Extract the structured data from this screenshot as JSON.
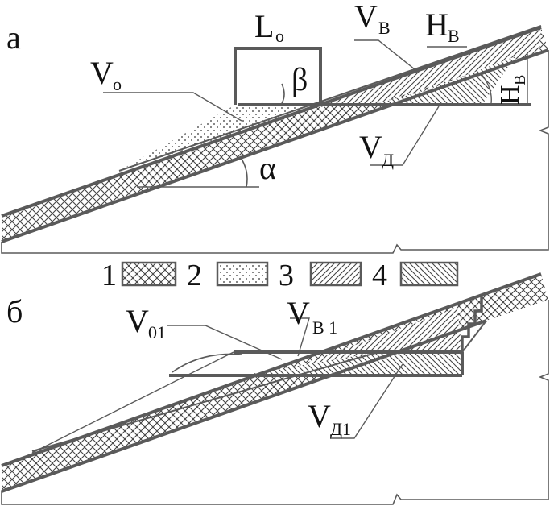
{
  "panel_a": {
    "letter": "а",
    "l0_main": "L",
    "l0_sub": "о",
    "vv_main": "V",
    "vv_sub": "В",
    "hv_main": "H",
    "hv_sub": "В",
    "hv_side_main": "H",
    "hv_side_sub": "В",
    "v0_main": "V",
    "v0_sub": "о",
    "beta": "β",
    "alpha": "α",
    "vd_main": "V",
    "vd_sub": "Д"
  },
  "legend": {
    "items": [
      {
        "number": "1",
        "pattern": "crosshatch"
      },
      {
        "number": "2",
        "pattern": "dots"
      },
      {
        "number": "3",
        "pattern": "hatch-forward"
      },
      {
        "number": "4",
        "pattern": "hatch-back"
      }
    ]
  },
  "panel_b": {
    "letter": "б",
    "v01_main": "V",
    "v01_sub": "01",
    "vb1_main": "V",
    "vb1_sub": "В 1",
    "vd1_main": "V",
    "vd1_sub": "Д1"
  },
  "colors": {
    "line": "#5a5a5a",
    "ink": "#111111",
    "background": "#ffffff"
  }
}
